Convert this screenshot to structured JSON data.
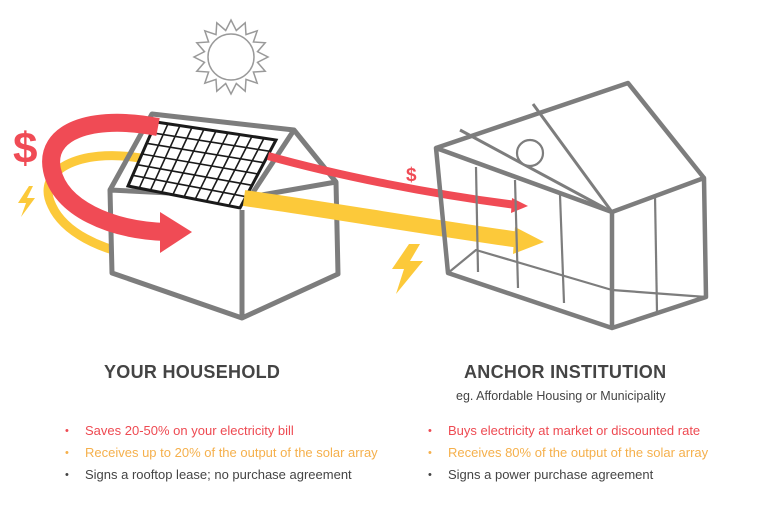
{
  "colors": {
    "money": "#f04b55",
    "energy": "#fcc93a",
    "outline": "#7d7d7d",
    "text": "#444444",
    "panel": "#ffffff"
  },
  "icons": {
    "sun": "sun-icon",
    "dollar": "dollar-icon",
    "bolt": "lightning-bolt-icon"
  },
  "labels": {
    "big_dollar": "$",
    "small_dollar": "$"
  },
  "household": {
    "title": "YOUR HOUSEHOLD",
    "bullets": [
      {
        "text": "Saves 20-50% on your electricity bill",
        "tone": "red"
      },
      {
        "text": "Receives up to 20% of the output of the solar array",
        "tone": "yellow"
      },
      {
        "text": "Signs a rooftop lease; no purchase agreement",
        "tone": "dark"
      }
    ]
  },
  "anchor": {
    "title": "ANCHOR INSTITUTION",
    "subtitle": "eg. Affordable Housing or Municipality",
    "bullets": [
      {
        "text": "Buys electricity at market or discounted rate",
        "tone": "red"
      },
      {
        "text": "Receives 80% of the output of the solar array",
        "tone": "yellow"
      },
      {
        "text": "Signs a power purchase agreement",
        "tone": "dark"
      }
    ]
  }
}
